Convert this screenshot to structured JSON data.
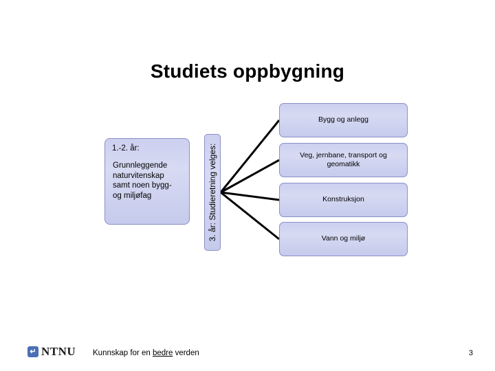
{
  "slide": {
    "title": "Studiets oppbygning",
    "left_box": {
      "heading": "1.-2. år:",
      "body_line1": "Grunnleggende",
      "body_line2": "naturvitenskap",
      "body_line3": "samt noen bygg-",
      "body_line4": "og miljøfag"
    },
    "vertical_box": {
      "label": "3. år: Studieretning velges:"
    },
    "right_boxes": [
      {
        "label": "Bygg og anlegg"
      },
      {
        "label": "Veg, jernbane, transport og geomatikk"
      },
      {
        "label": "Konstruksjon"
      },
      {
        "label": "Vann og miljø"
      }
    ],
    "colors": {
      "box_fill_top": "#ccd0ef",
      "box_fill_bottom": "#c6cbec",
      "box_border": "#8a8fc8",
      "connector": "#000000",
      "logo_blue": "#4a6fb5"
    }
  },
  "footer": {
    "logo_glyph": "↵",
    "logo_word": "NTNU",
    "tagline_pre": "Kunnskap for en ",
    "tagline_underlined": "bedre",
    "tagline_post": " verden",
    "page_number": "3"
  }
}
